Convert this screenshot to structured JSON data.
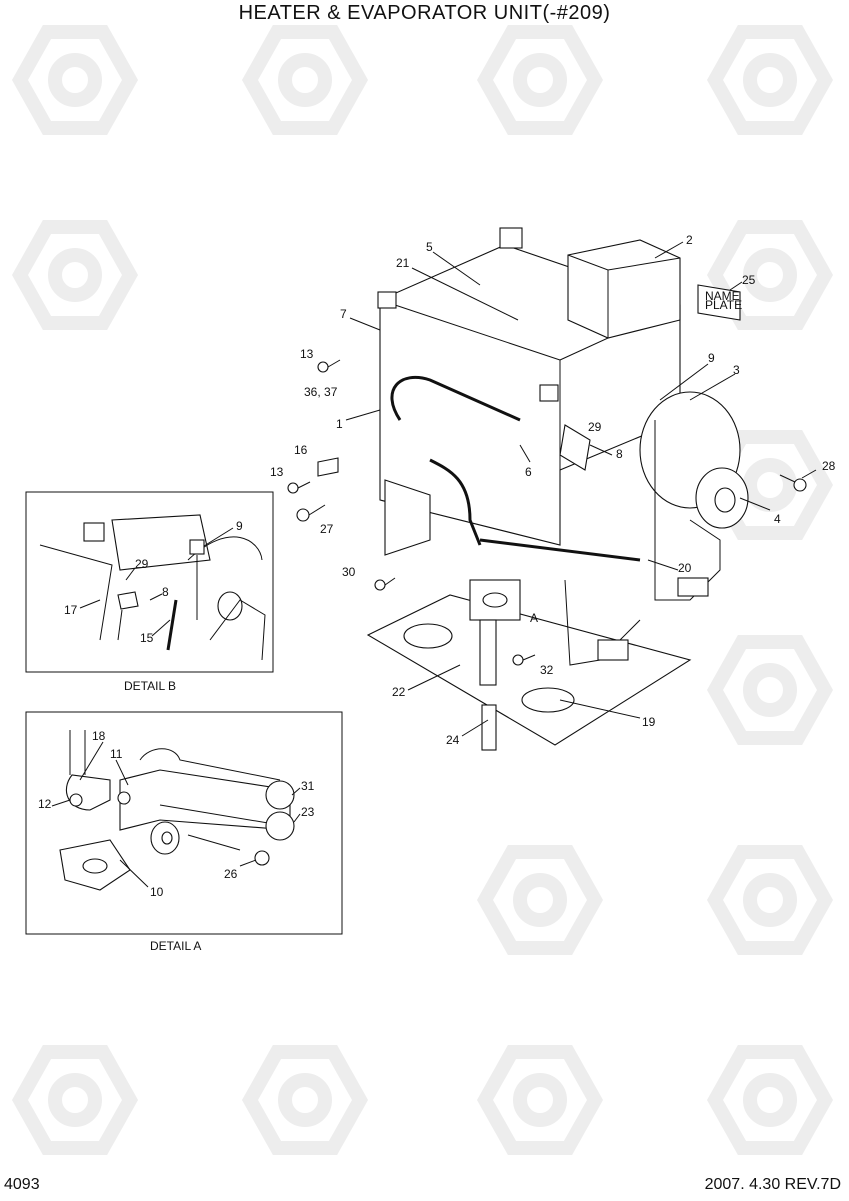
{
  "title": "HEATER & EVAPORATOR UNIT(-#209)",
  "page_number": "4093",
  "revision": "2007. 4.30  REV.7D",
  "details": {
    "detail_b": "DETAIL B",
    "detail_a": "DETAIL A",
    "marker_a": "A"
  },
  "callouts": {
    "c1": "1",
    "c2": "2",
    "c3": "3",
    "c4": "4",
    "c5": "5",
    "c6": "6",
    "c7": "7",
    "c8": "8",
    "c9": "9",
    "c13a": "13",
    "c13b": "13",
    "c16": "16",
    "c19": "19",
    "c20": "20",
    "c21": "21",
    "c22": "22",
    "c24": "24",
    "c25": "25",
    "c27": "27",
    "c28": "28",
    "c29": "29",
    "c30": "30",
    "c32": "32",
    "c3637": "36, 37"
  },
  "detail_b_callouts": {
    "c9": "9",
    "c29": "29",
    "c8": "8",
    "c17": "17",
    "c15": "15"
  },
  "detail_a_callouts": {
    "c18": "18",
    "c11": "11",
    "c12": "12",
    "c31": "31",
    "c23": "23",
    "c26": "26",
    "c10": "10"
  },
  "name_plate": {
    "line1": "NAME",
    "line2": "PLATE"
  }
}
